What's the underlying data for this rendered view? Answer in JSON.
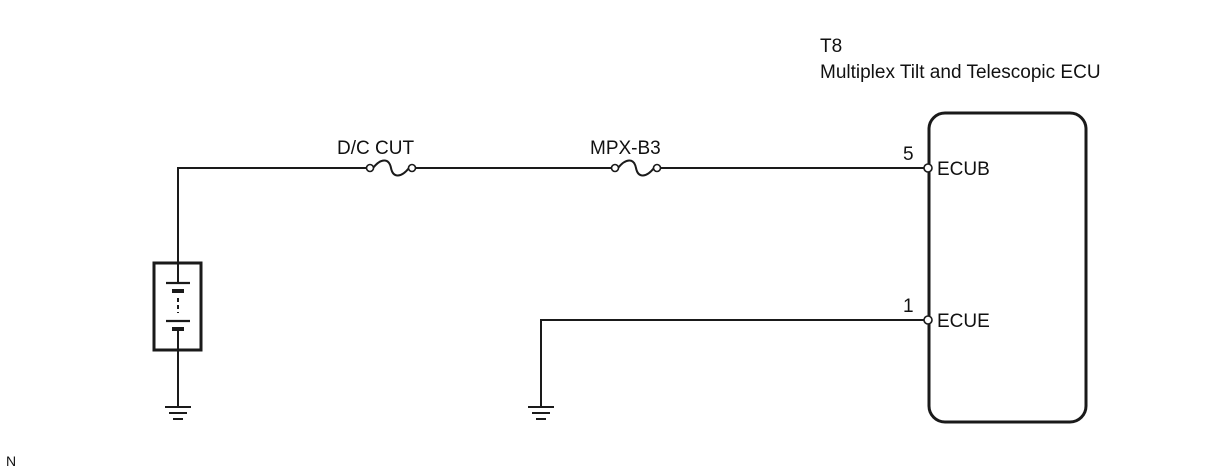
{
  "ecu": {
    "connector": "T8",
    "name": "Multiplex Tilt and Telescopic ECU",
    "pins": [
      {
        "number": "5",
        "terminal": "ECUB"
      },
      {
        "number": "1",
        "terminal": "ECUE"
      }
    ]
  },
  "fuses": [
    {
      "label": "D/C CUT"
    },
    {
      "label": "MPX-B3"
    }
  ],
  "footer": {
    "code": "N"
  }
}
